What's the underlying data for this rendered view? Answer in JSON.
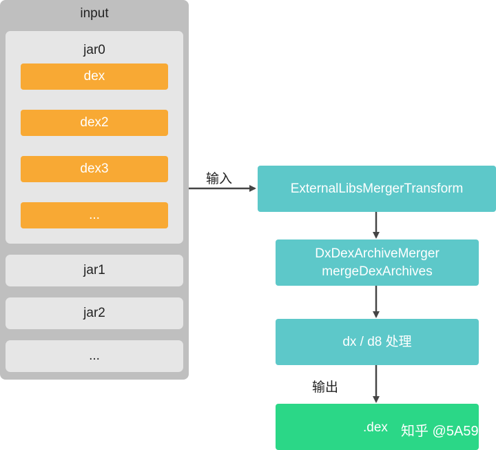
{
  "input": {
    "title": "input",
    "jar0": {
      "label": "jar0",
      "items": [
        "dex",
        "dex2",
        "dex3",
        "..."
      ]
    },
    "jars": [
      "jar1",
      "jar2",
      "..."
    ]
  },
  "flow": {
    "input_arrow_label": "输入",
    "transform": "ExternalLibsMergerTransform",
    "merger_line1": "DxDexArchiveMerger",
    "merger_line2": "mergeDexArchives",
    "process": "dx / d8 处理",
    "output_arrow_label": "输出",
    "output": ".dex"
  },
  "watermark": "知乎 @5A59",
  "colors": {
    "dex_orange": "#f8a934",
    "flow_teal": "#5dc8c9",
    "output_green": "#2bd787",
    "panel_gray": "#bfbfbf",
    "jar_gray": "#e6e6e6"
  }
}
